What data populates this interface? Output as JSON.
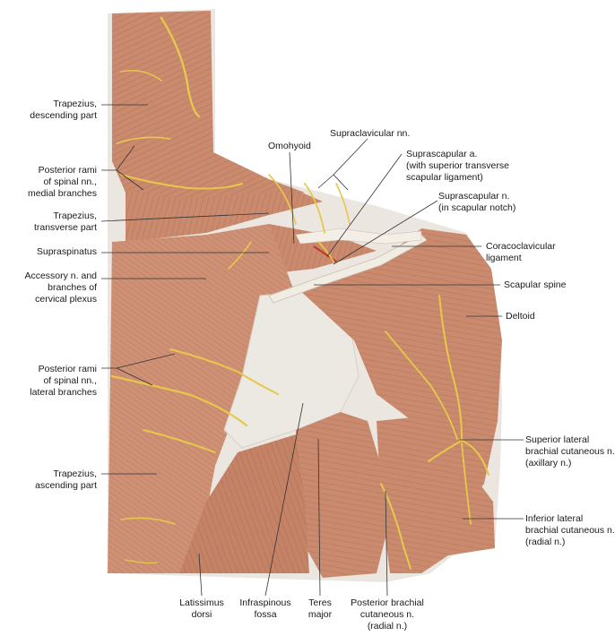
{
  "labels": {
    "trap_desc": "Trapezius,\ndescending part",
    "post_rami_medial": "Posterior rami\nof spinal nn.,\nmedial branches",
    "trap_trans": "Trapezius,\ntransverse part",
    "supraspinatus": "Supraspinatus",
    "accessory": "Accessory n. and\nbranches of\ncervical plexus",
    "post_rami_lateral": "Posterior rami\nof spinal nn.,\nlateral branches",
    "trap_asc": "Trapezius,\nascending part",
    "omohyoid": "Omohyoid",
    "supraclav": "Supraclavicular nn.",
    "suprascap_a": "Suprascapular a.\n(with superior transverse\nscapular ligament)",
    "suprascap_n": "Suprascapular n.\n(in scapular notch)",
    "coracoclav": "Coracoclavicular\nligament",
    "scap_spine": "Scapular spine",
    "deltoid": "Deltoid",
    "sup_lat": "Superior lateral\nbrachial cutaneous n.\n(axillary n.)",
    "inf_lat": "Inferior lateral\nbrachial cutaneous n.\n(radial n.)",
    "latissimus": "Latissimus\ndorsi",
    "infraspinous": "Infraspinous\nfossa",
    "teres": "Teres\nmajor",
    "post_brachial": "Posterior brachial\ncutaneous n.\n(radial n.)"
  },
  "colors": {
    "muscle": "#c98a6e",
    "muscle_dark": "#a9634a",
    "muscle_light": "#dca88f",
    "nerve": "#e6c84a",
    "fascia": "#ece8e2",
    "artery": "#c0392b"
  }
}
